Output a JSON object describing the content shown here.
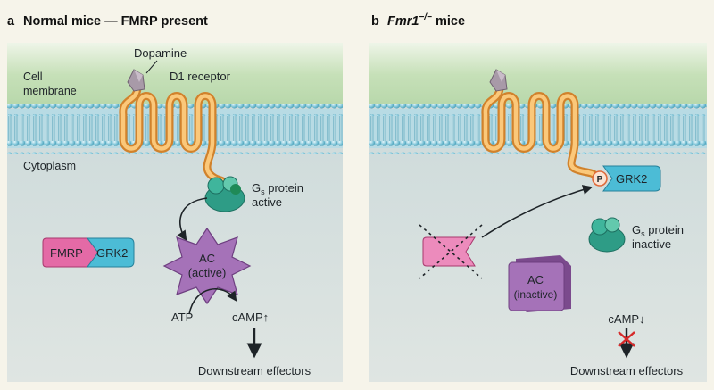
{
  "panel_a": {
    "letter": "a",
    "title": "Normal mice — FMRP present",
    "labels": {
      "dopamine": "Dopamine",
      "cell_membrane_1": "Cell",
      "cell_membrane_2": "membrane",
      "d1_receptor": "D1 receptor",
      "cytoplasm": "Cytoplasm",
      "gs_g": "G",
      "gs_sub": "s",
      "gs_rest": " protein",
      "gs_state": "active",
      "fmrp": "FMRP",
      "grk2": "GRK2",
      "ac": "AC",
      "ac_state": "(active)",
      "atp": "ATP",
      "camp": "cAMP↑",
      "downstream": "Downstream effectors"
    }
  },
  "panel_b": {
    "letter": "b",
    "title_gene": "Fmr1",
    "title_sup": "−/−",
    "title_rest": " mice",
    "labels": {
      "phospho": "P",
      "grk2": "GRK2",
      "gs_g": "G",
      "gs_sub": "s",
      "gs_rest": " protein",
      "gs_state": "inactive",
      "ac": "AC",
      "ac_state": "(inactive)",
      "camp": "cAMP↓",
      "downstream": "Downstream effectors"
    }
  },
  "colors": {
    "extracellular": "#e3efdc",
    "membrane_green": "#b5d6a8",
    "cytoplasm": "#d7e0df",
    "lipid_head": "#7fc4d8",
    "receptor": "#f4a849",
    "fmrp_pink": "#e46aa6",
    "grk2_blue": "#4cbcd6",
    "gs_green": "#2e9c86",
    "ac_purple": "#9f6ab3",
    "inhibit_red": "#d62a2a"
  }
}
